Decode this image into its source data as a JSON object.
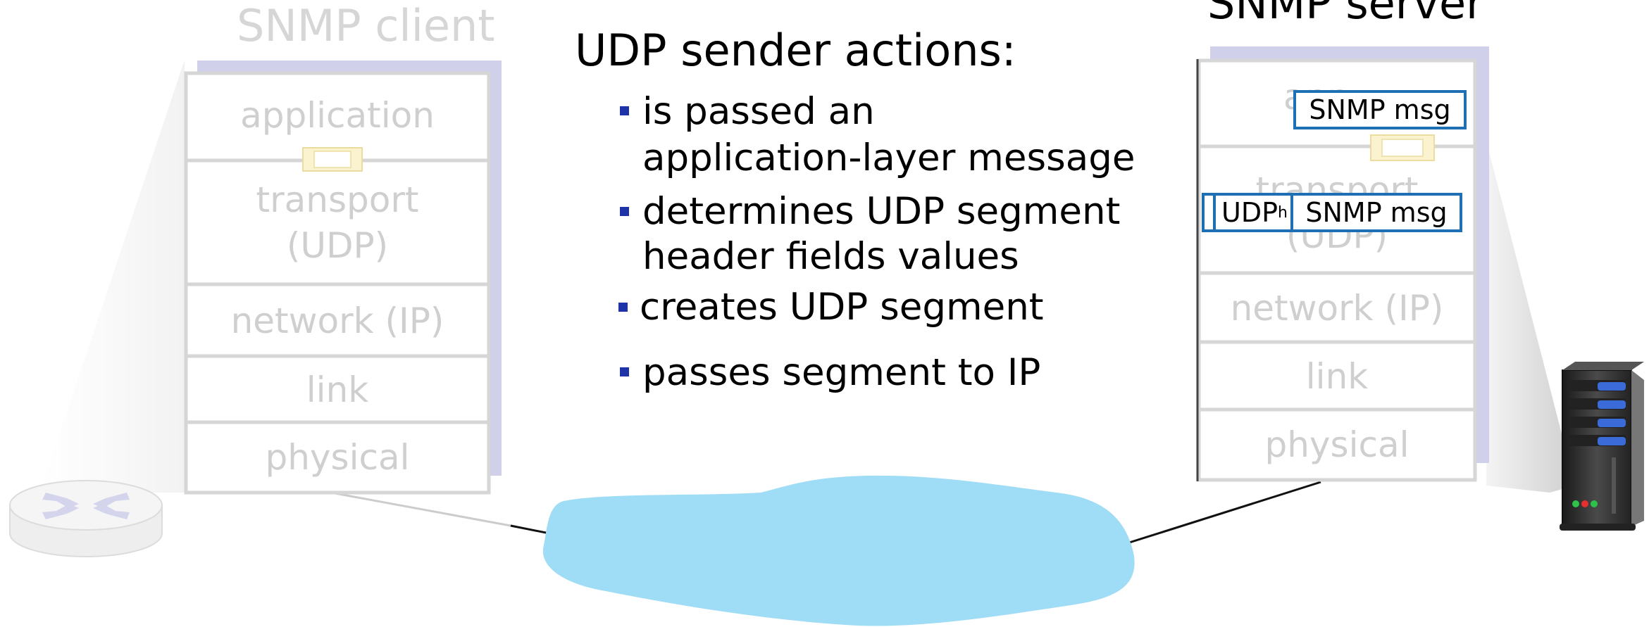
{
  "client": {
    "title": "SNMP client",
    "layers": [
      "application",
      "transport",
      "(UDP)",
      "network (IP)",
      "link",
      "physical"
    ]
  },
  "server": {
    "title": "SNMP server",
    "layers": [
      "app",
      "transport",
      "(UDP)",
      "network (IP)",
      "link",
      "physical"
    ],
    "app_msg": "SNMP msg",
    "seg_header": "UDP",
    "seg_header_sub": "h",
    "seg_msg": "SNMP msg"
  },
  "actions": {
    "title": "UDP sender actions:",
    "items": [
      [
        "is passed an",
        "application-layer message"
      ],
      [
        "determines UDP segment",
        "header fields values"
      ],
      [
        "creates UDP segment"
      ],
      [
        "passes segment to IP"
      ]
    ]
  },
  "colors": {
    "cloud": "#9fdcf5",
    "stack_shadow": "#d0d0ea",
    "box_border": "#1f6fb5",
    "bullet": "#1f33a8",
    "faded_text": "#cfcfcf"
  },
  "icons": [
    "router-icon",
    "server-tower-icon",
    "network-cloud-icon",
    "message-envelope-icon"
  ]
}
